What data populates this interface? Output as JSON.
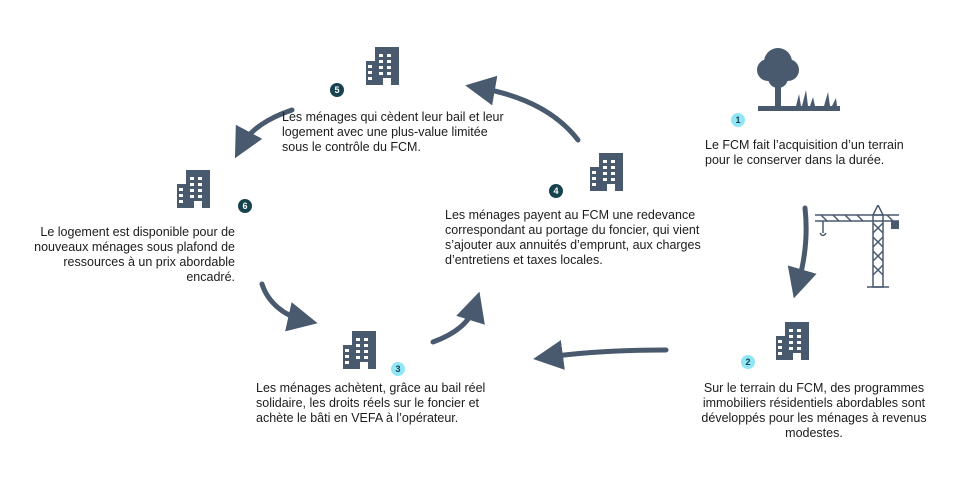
{
  "colors": {
    "dark_badge": "#17424f",
    "light_badge": "#8fe6f4",
    "arrow": "#4a5a6e",
    "icon": "#4a5a6e"
  },
  "steps": [
    {
      "number": "1",
      "icon": "tree-icon",
      "text": "Le FCM fait l’acquisition d’un terrain pour le conserver dans la durée."
    },
    {
      "number": "2",
      "icon": "building-icon",
      "text": "Sur le terrain du FCM, des programmes immobiliers résidentiels abordables sont développés pour les ménages à revenus modestes."
    },
    {
      "number": "3",
      "icon": "building-icon",
      "text": "Les ménages achètent, grâce au bail réel solidaire, les droits réels sur le foncier et achète le bâti en VEFA à l’opérateur."
    },
    {
      "number": "4",
      "icon": "building-icon",
      "text": "Les ménages payent au FCM une redevance correspondant au portage du foncier, qui vient s’ajouter aux annuités d’emprunt, aux charges d’entretiens et taxes locales."
    },
    {
      "number": "5",
      "icon": "building-icon",
      "text": "Les ménages qui  cèdent leur bail et leur logement avec une plus-value limitée sous le contrôle du FCM."
    },
    {
      "number": "6",
      "icon": "building-icon",
      "text": "Le logement est disponible pour de nouveaux ménages sous plafond de ressources à un prix abordable encadré."
    }
  ],
  "extra_icons": [
    "crane-icon"
  ]
}
